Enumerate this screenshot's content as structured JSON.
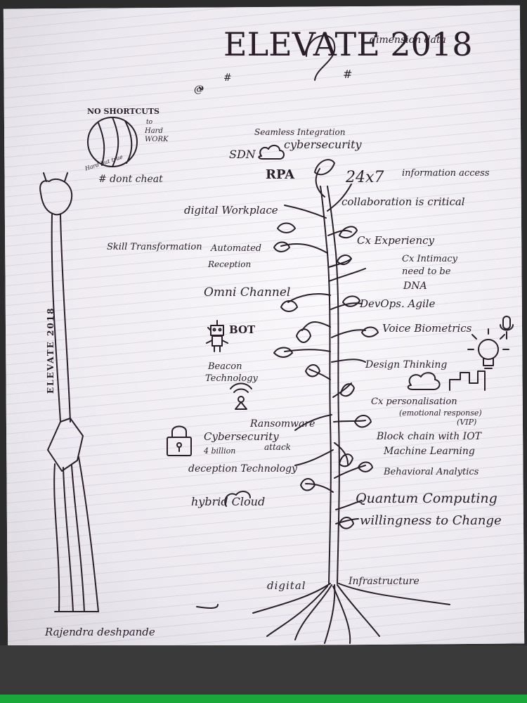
{
  "header": {
    "title": "ELEVATE 2018",
    "at_sign": "@",
    "hash_left": "#",
    "hash_right": "#",
    "side_note": "dimension data"
  },
  "badge": {
    "line1": "NO SHORTCUTS",
    "side1": "to",
    "side2": "Hard",
    "side3": "WORK",
    "arc": "Hard but true",
    "tag": "# dont cheat"
  },
  "giraffe": {
    "label": "ELEVATE 2018"
  },
  "labels": {
    "seamless": "Seamless Integration",
    "sdn": "SDN",
    "cyber_top": "cybersecurity",
    "rpa": "RPA",
    "fourx7": "24x7",
    "info_access": "information access",
    "digital_workplace": "digital Workplace",
    "collaboration": "collaboration is critical",
    "skill": "Skill Transformation",
    "automated": "Automated",
    "reception": "Reception",
    "cx_experience": "Cx Experiency",
    "cx_intimacy": "Cx Intimacy",
    "need_dna": "need to be",
    "dna": "DNA",
    "omni": "Omni Channel",
    "devops": "DevOps. Agile",
    "bot": "BOT",
    "voice": "Voice Biometrics",
    "beacon": "Beacon",
    "technology": "Technology",
    "design": "Design Thinking",
    "cx_personal": "Cx personalisation",
    "emotional": "(emotional response)",
    "vip": "(VIP)",
    "ransomware": "Ransomware",
    "cyber_mid": "Cybersecurity",
    "attack": "attack",
    "billion": "4 billion",
    "blockchain": "Block chain with IOT",
    "deception": "deception Technology",
    "machine": "Machine Learning",
    "behavioral": "Behavioral Analytics",
    "hybrid": "hybrid Cloud",
    "quantum": "Quantum Computing",
    "willing": "willingness to Change",
    "digital": "digital",
    "infra": "Infrastructure"
  },
  "signature": "Rajendra deshpande"
}
